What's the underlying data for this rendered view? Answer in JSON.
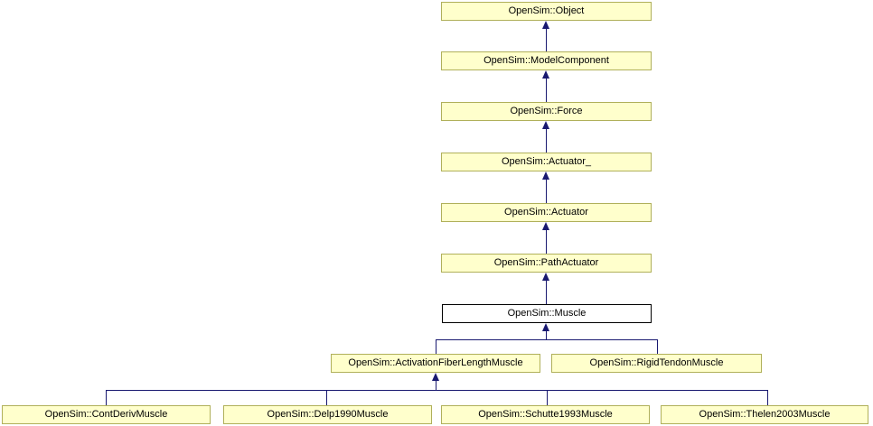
{
  "diagram": {
    "type": "class-inheritance-diagram",
    "current_class": "OpenSim::Muscle",
    "nodes": [
      {
        "id": "object",
        "label": "OpenSim::Object",
        "current": false
      },
      {
        "id": "model-component",
        "label": "OpenSim::ModelComponent",
        "current": false
      },
      {
        "id": "force",
        "label": "OpenSim::Force",
        "current": false
      },
      {
        "id": "actuator-base",
        "label": "OpenSim::Actuator_",
        "current": false
      },
      {
        "id": "actuator",
        "label": "OpenSim::Actuator",
        "current": false
      },
      {
        "id": "path-actuator",
        "label": "OpenSim::PathActuator",
        "current": false
      },
      {
        "id": "muscle",
        "label": "OpenSim::Muscle",
        "current": true
      },
      {
        "id": "activation-fiber-length-muscle",
        "label": "OpenSim::ActivationFiberLengthMuscle",
        "current": false
      },
      {
        "id": "rigid-tendon-muscle",
        "label": "OpenSim::RigidTendonMuscle",
        "current": false
      },
      {
        "id": "cont-deriv-muscle",
        "label": "OpenSim::ContDerivMuscle",
        "current": false
      },
      {
        "id": "delp1990-muscle",
        "label": "OpenSim::Delp1990Muscle",
        "current": false
      },
      {
        "id": "schutte1993-muscle",
        "label": "OpenSim::Schutte1993Muscle",
        "current": false
      },
      {
        "id": "thelen2003-muscle",
        "label": "OpenSim::Thelen2003Muscle",
        "current": false
      }
    ],
    "edges": [
      {
        "derived": "OpenSim::ModelComponent",
        "base": "OpenSim::Object"
      },
      {
        "derived": "OpenSim::Force",
        "base": "OpenSim::ModelComponent"
      },
      {
        "derived": "OpenSim::Actuator_",
        "base": "OpenSim::Force"
      },
      {
        "derived": "OpenSim::Actuator",
        "base": "OpenSim::Actuator_"
      },
      {
        "derived": "OpenSim::PathActuator",
        "base": "OpenSim::Actuator"
      },
      {
        "derived": "OpenSim::Muscle",
        "base": "OpenSim::PathActuator"
      },
      {
        "derived": "OpenSim::ActivationFiberLengthMuscle",
        "base": "OpenSim::Muscle"
      },
      {
        "derived": "OpenSim::RigidTendonMuscle",
        "base": "OpenSim::Muscle"
      },
      {
        "derived": "OpenSim::ContDerivMuscle",
        "base": "OpenSim::ActivationFiberLengthMuscle"
      },
      {
        "derived": "OpenSim::Delp1990Muscle",
        "base": "OpenSim::ActivationFiberLengthMuscle"
      },
      {
        "derived": "OpenSim::Schutte1993Muscle",
        "base": "OpenSim::ActivationFiberLengthMuscle"
      },
      {
        "derived": "OpenSim::Thelen2003Muscle",
        "base": "OpenSim::ActivationFiberLengthMuscle"
      }
    ],
    "colors": {
      "node_fill": "#ffffcc",
      "node_border": "#b0b05a",
      "current_node_fill": "#ffffff",
      "current_node_border": "#000000",
      "edge": "#191970",
      "text": "#000000",
      "background": "#ffffff"
    }
  }
}
